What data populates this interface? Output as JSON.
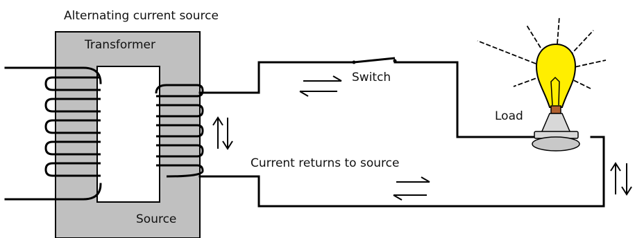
{
  "labels": {
    "title": "Alternating current source",
    "transformer": "Transformer",
    "source": "Source",
    "switch": "Switch",
    "load": "Load",
    "return_path": "Current returns to source"
  },
  "colors": {
    "transformer_core": "#c0c0c0",
    "bulb_glass": "#ffee00",
    "socket": "#d8d8d8",
    "wire": "#000000"
  },
  "icons": {
    "bulb": "light-bulb-icon",
    "arrows": "current-direction-arrows"
  }
}
